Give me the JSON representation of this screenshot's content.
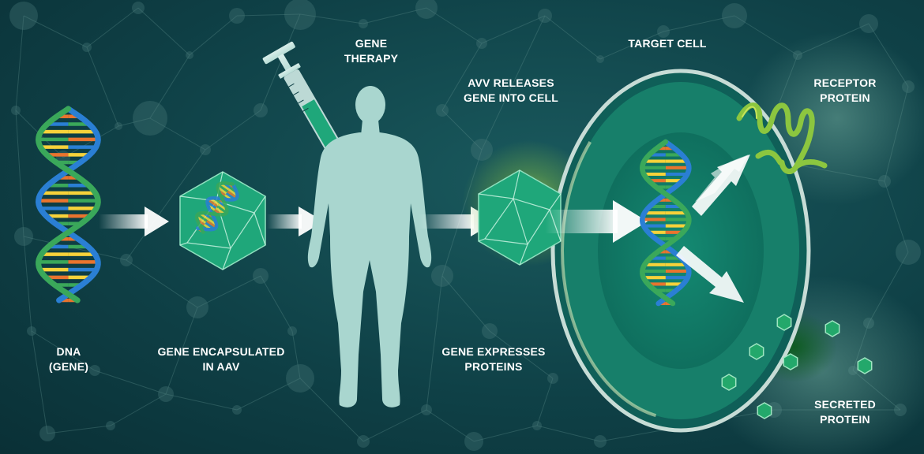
{
  "labels": {
    "dna": [
      "DNA",
      "(GENE)"
    ],
    "encapsulated": [
      "GENE  ENCAPSULATED",
      "IN AAV"
    ],
    "therapy": [
      "GENE",
      "THERAPY"
    ],
    "avv_releases": [
      "AVV RELEASES",
      "GENE INTO CELL"
    ],
    "expresses": [
      "GENE EXPRESSES",
      "PROTEINS"
    ],
    "target_cell": [
      "TARGET CELL"
    ],
    "receptor": [
      "RECEPTOR",
      "PROTEIN"
    ],
    "secreted": [
      "SECRETED",
      "PROTEIN"
    ]
  },
  "colors": {
    "background": "#0f4147",
    "dna_blue": "#2a7fd4",
    "dna_green": "#3aa85a",
    "capsid": "#1fa77a",
    "human": "#a9d6cf",
    "cell": "#177f6a",
    "receptor": "#8cc63f",
    "secreted": "#23a86b"
  }
}
